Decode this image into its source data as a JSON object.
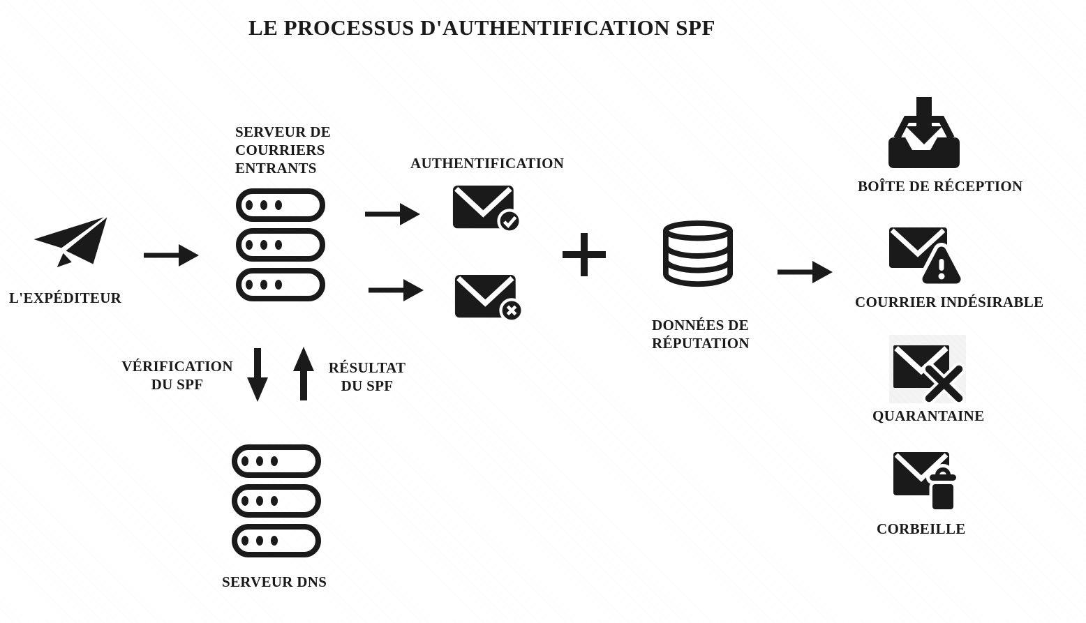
{
  "title": "LE PROCESSUS D'AUTHENTIFICATION SPF",
  "colors": {
    "ink": "#1a1a1a",
    "background": "#ffffff",
    "quarantine_tile": "#f3f3f3"
  },
  "nodes": {
    "sender": {
      "icon": "paper-plane-icon",
      "label": "L'EXPÉDITEUR"
    },
    "mail_server": {
      "icon": "server-stack-icon",
      "lines": [
        "SERVEUR DE",
        "COURRIERS",
        "ENTRANTS"
      ]
    },
    "authentication": {
      "label": "AUTHENTIFICATION",
      "pass_icon": "email-check-icon",
      "fail_icon": "email-cross-circle-icon"
    },
    "plus_sign": "+",
    "reputation": {
      "icon": "database-icon",
      "lines": [
        "DONNÉES DE",
        "RÉPUTATION"
      ]
    },
    "dns_server": {
      "icon": "server-stack-icon",
      "label": "SERVEUR DNS"
    },
    "outcomes": [
      {
        "icon": "inbox-download-icon",
        "label": "BOÎTE DE RÉCEPTION"
      },
      {
        "icon": "email-warning-icon",
        "label": "COURRIER INDÉSIRABLE"
      },
      {
        "icon": "email-cross-icon",
        "label": "QUARANTAINE"
      },
      {
        "icon": "email-trash-icon",
        "label": "CORBEILLE"
      }
    ]
  },
  "flows": {
    "spf_check": {
      "lines": [
        "VÉRIFICATION",
        "DU SPF"
      ]
    },
    "spf_result": {
      "lines": [
        "RÉSULTAT",
        "DU SPF"
      ]
    }
  }
}
